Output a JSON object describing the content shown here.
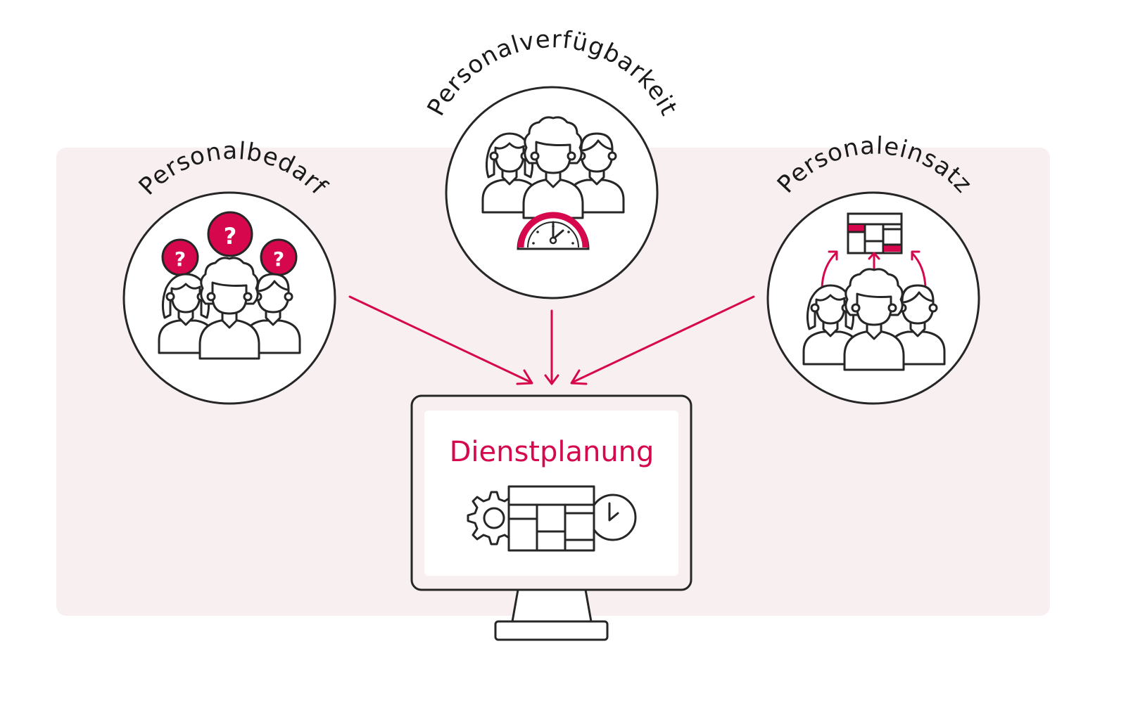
{
  "colors": {
    "accent": "#d6074c",
    "ink": "#262626",
    "panel": "#f8eff1",
    "white": "#ffffff"
  },
  "nodes": [
    {
      "id": "personalbedarf",
      "label": "Personalbedarf",
      "icon": "people-with-question-marks-icon",
      "badges": [
        "?",
        "?",
        "?"
      ]
    },
    {
      "id": "personalverfuegbarkeit",
      "label": "Personalverfügbarkeit",
      "icon": "people-with-clock-icon"
    },
    {
      "id": "personaleinsatz",
      "label": "Personaleinsatz",
      "icon": "people-to-schedule-icon"
    }
  ],
  "target": {
    "label": "Dienstplanung",
    "icon": "schedule-gear-clock-icon"
  },
  "edges": [
    {
      "from": "personalbedarf",
      "to": "dienstplanung"
    },
    {
      "from": "personalverfuegbarkeit",
      "to": "dienstplanung"
    },
    {
      "from": "personaleinsatz",
      "to": "dienstplanung"
    }
  ]
}
